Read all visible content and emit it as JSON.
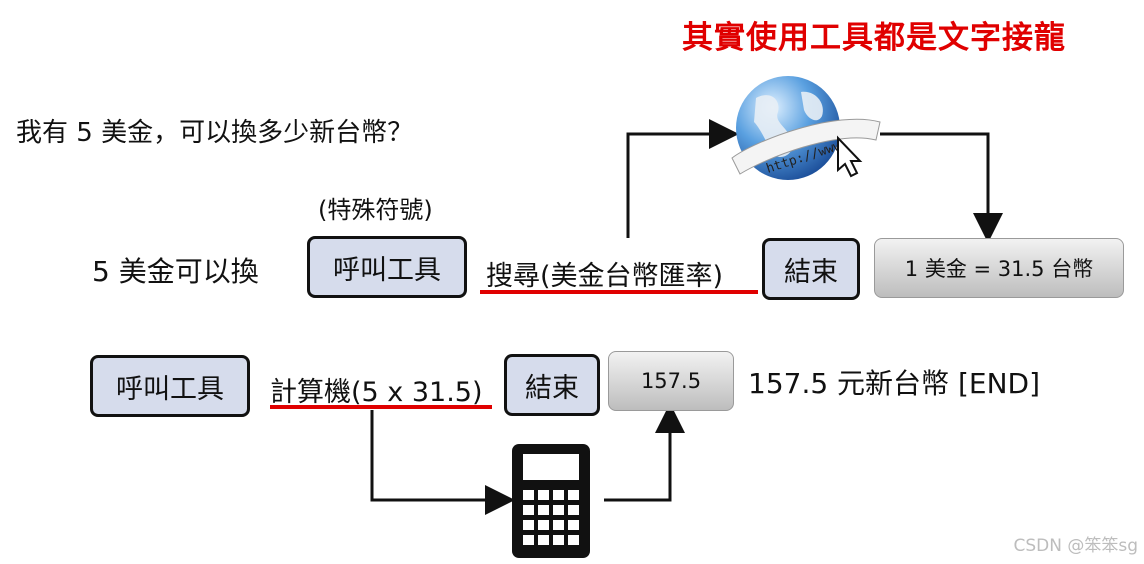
{
  "title": "其實使用工具都是文字接龍",
  "question": "我有 5 美金，可以換多少新台幣？",
  "special_label": "(特殊符號)",
  "row1": {
    "prefix": "5 美金可以換",
    "call_tool": "呼叫工具",
    "query": "搜尋(美金台幣匯率)",
    "end": "結束",
    "result": "1 美金 = 31.5 台幣"
  },
  "row2": {
    "call_tool": "呼叫工具",
    "query": "計算機(5 x 31.5)",
    "end": "結束",
    "result": "157.5",
    "final": "157.5 元新台幣 [END]"
  },
  "globe_url_text": "http://www.",
  "icons": {
    "web": "globe-browser-icon",
    "calculator": "calculator-icon"
  },
  "colors": {
    "accent": "#e00000",
    "box_fill": "#d6dcec",
    "result_fill": "#cfcfcf"
  },
  "watermark": "CSDN @笨笨sg"
}
